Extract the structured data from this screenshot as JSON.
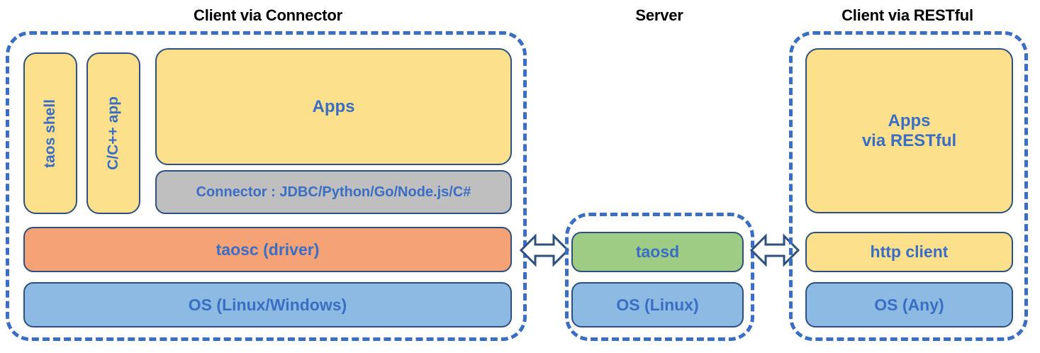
{
  "diagram": {
    "title_left": "Client via Connector",
    "title_middle": "Server",
    "title_right": "Client via RESTful",
    "colors": {
      "dashed_border": "#3a6ec4",
      "block_border": "#2e4f7f",
      "text_blue": "#3a6ec4",
      "title_black": "#000000",
      "yellow": "#fde08b",
      "gray": "#bfbfbf",
      "orange": "#f4a276",
      "blue": "#8dbae2",
      "green": "#9ecc85",
      "background": "#ffffff"
    }
  },
  "client_connector": {
    "taos_shell": "taos shell",
    "c_app": "C/C++ app",
    "apps": "Apps",
    "connector": "Connector : JDBC/Python/Go/Node.js/C#",
    "taosc": "taosc (driver)",
    "os": "OS (Linux/Windows)"
  },
  "server": {
    "taosd": "taosd",
    "os": "OS (Linux)"
  },
  "client_restful": {
    "apps": "Apps\nvia RESTful",
    "http_client": "http client",
    "os": "OS (Any)"
  },
  "connections": {
    "left_arrow": "bidirectional-arrow",
    "right_arrow": "bidirectional-arrow"
  }
}
